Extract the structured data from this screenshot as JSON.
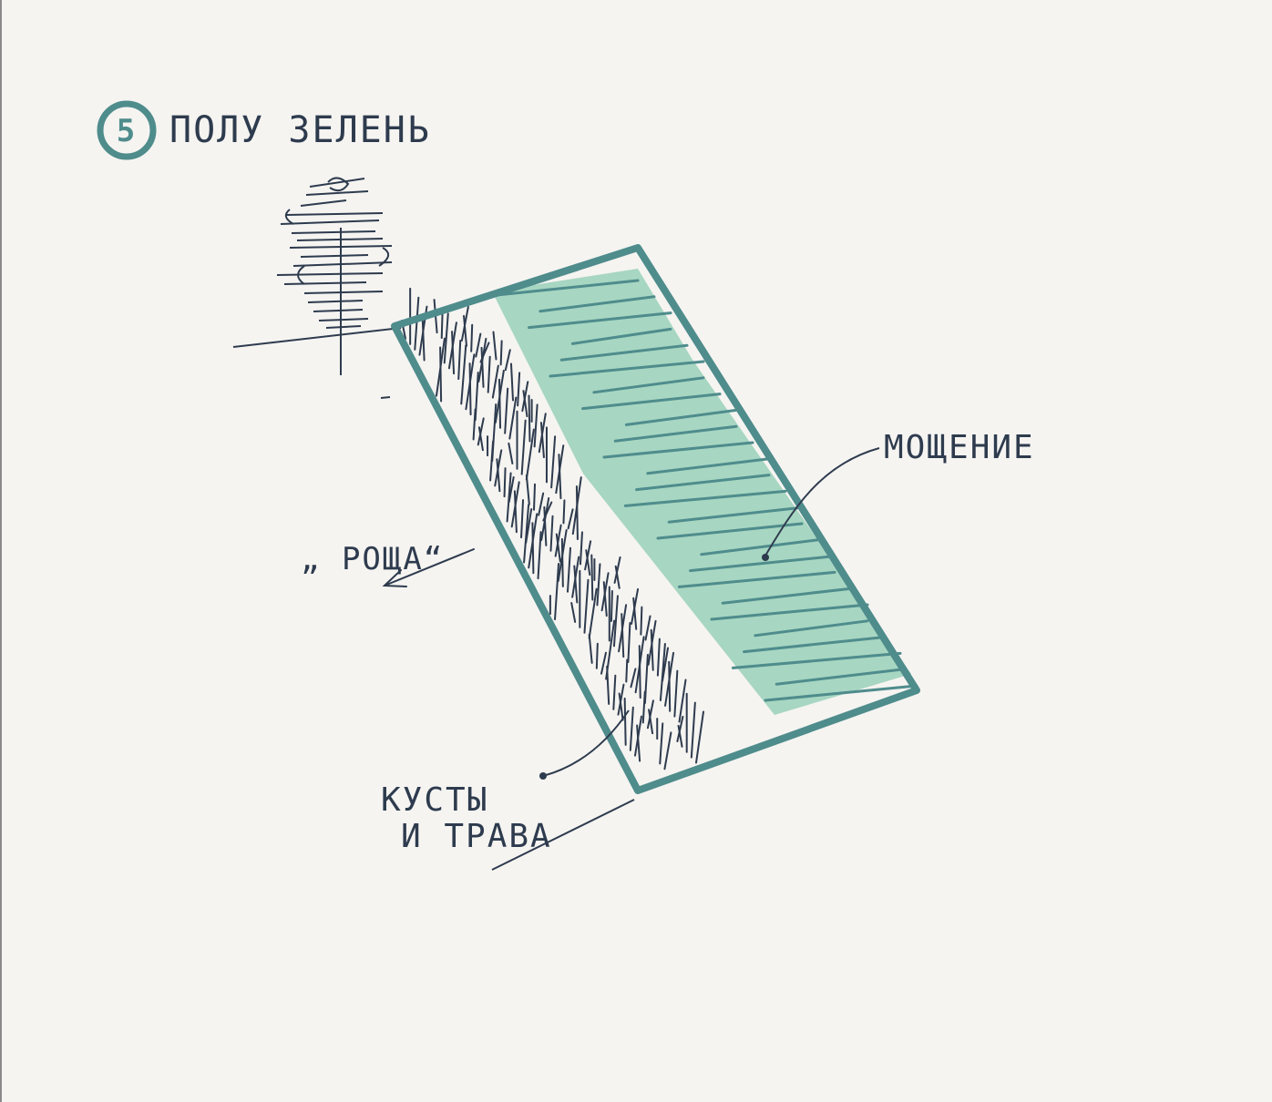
{
  "title": {
    "number": "5",
    "text": "ПОЛУ ЗЕЛЕНЬ"
  },
  "labels": {
    "paving": "МОЩЕНИЕ",
    "grove": "„ РОЩА“",
    "bushes_line1": "КУСТЫ",
    "bushes_line2": "И ТРАВА"
  },
  "colors": {
    "frame": "#4f8c8c",
    "paving": "#a7d6c2",
    "ink": "#2e3b4e",
    "paper": "#f5f4f1"
  },
  "icons": {
    "number_badge": "circle-number-icon",
    "tree": "tree-sketch-icon",
    "grass": "grass-hatching-icon",
    "arrow": "arrow-left-icon"
  }
}
